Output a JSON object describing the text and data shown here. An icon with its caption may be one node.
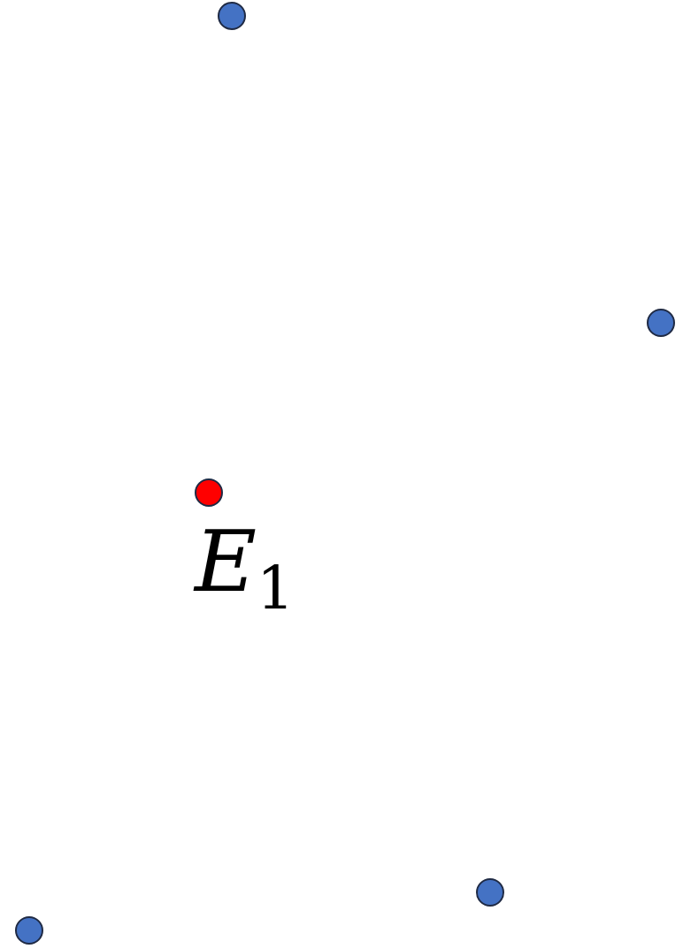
{
  "diagram": {
    "nodes": [
      {
        "text": [],
        "shape": "circle"
      },
      {
        "text": [],
        "shape": "circle"
      },
      {
        "text": [],
        "shape": "circle",
        "beside": [
          "*E*$_{1}$"
        ]
      },
      {
        "text": [],
        "shape": "circle"
      },
      {
        "text": [],
        "shape": "circle"
      }
    ]
  }
}
